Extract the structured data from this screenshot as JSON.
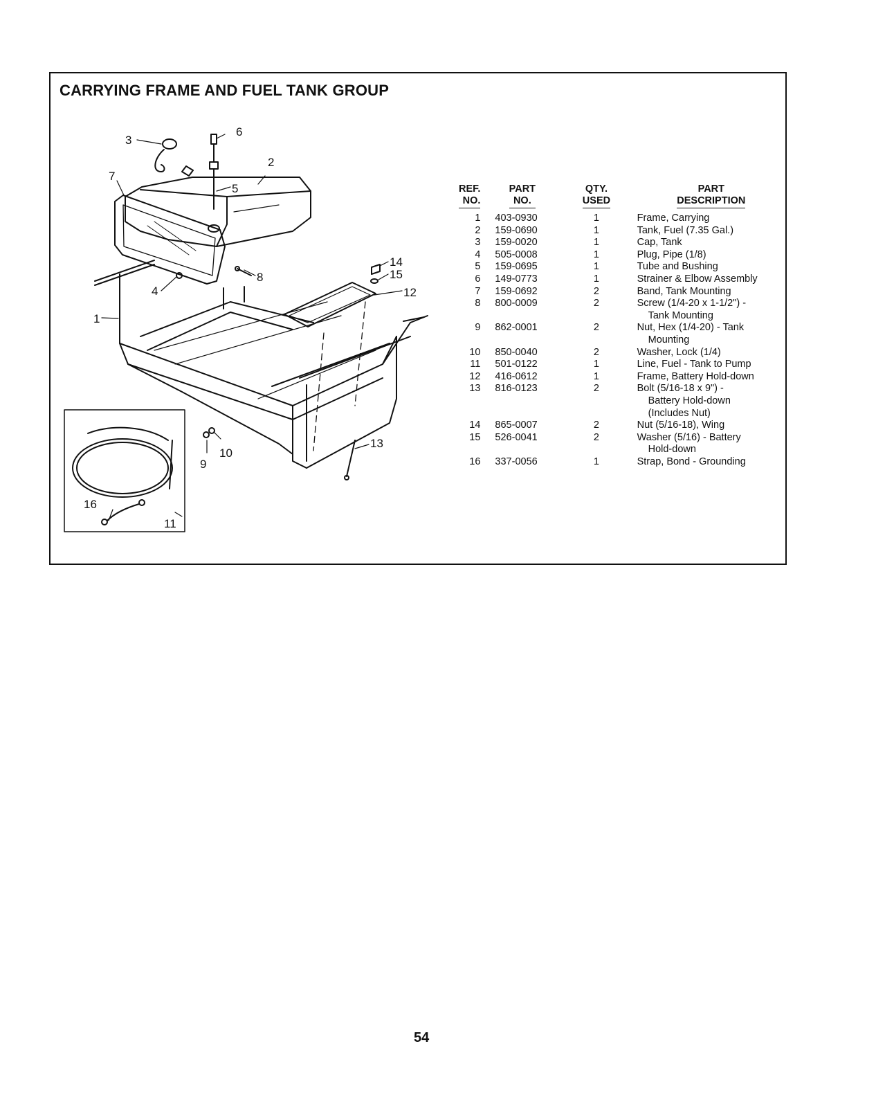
{
  "title": "CARRYING FRAME AND FUEL TANK GROUP",
  "table": {
    "headers": {
      "ref": [
        "REF.",
        "NO."
      ],
      "part": [
        "PART",
        "NO."
      ],
      "qty": [
        "QTY.",
        "USED"
      ],
      "desc": [
        "PART",
        "DESCRIPTION"
      ]
    },
    "rows": [
      {
        "ref": "1",
        "part": "403-0930",
        "qty": "1",
        "desc": [
          "Frame, Carrying"
        ]
      },
      {
        "ref": "2",
        "part": "159-0690",
        "qty": "1",
        "desc": [
          "Tank, Fuel (7.35 Gal.)"
        ]
      },
      {
        "ref": "3",
        "part": "159-0020",
        "qty": "1",
        "desc": [
          "Cap, Tank"
        ]
      },
      {
        "ref": "4",
        "part": "505-0008",
        "qty": "1",
        "desc": [
          "Plug, Pipe (1/8)"
        ]
      },
      {
        "ref": "5",
        "part": "159-0695",
        "qty": "1",
        "desc": [
          "Tube and Bushing"
        ]
      },
      {
        "ref": "6",
        "part": "149-0773",
        "qty": "1",
        "desc": [
          "Strainer & Elbow Assembly"
        ]
      },
      {
        "ref": "7",
        "part": "159-0692",
        "qty": "2",
        "desc": [
          "Band, Tank Mounting"
        ]
      },
      {
        "ref": "8",
        "part": "800-0009",
        "qty": "2",
        "desc": [
          "Screw (1/4-20 x 1-1/2\") -",
          "Tank Mounting"
        ]
      },
      {
        "ref": "9",
        "part": "862-0001",
        "qty": "2",
        "desc": [
          "Nut, Hex (1/4-20) - Tank",
          "Mounting"
        ]
      },
      {
        "ref": "10",
        "part": "850-0040",
        "qty": "2",
        "desc": [
          "Washer, Lock (1/4)"
        ]
      },
      {
        "ref": "11",
        "part": "501-0122",
        "qty": "1",
        "desc": [
          "Line, Fuel - Tank to Pump"
        ]
      },
      {
        "ref": "12",
        "part": "416-0612",
        "qty": "1",
        "desc": [
          "Frame, Battery Hold-down"
        ]
      },
      {
        "ref": "13",
        "part": "816-0123",
        "qty": "2",
        "desc": [
          "Bolt (5/16-18 x 9\") -",
          "Battery Hold-down",
          "(Includes Nut)"
        ]
      },
      {
        "ref": "14",
        "part": "865-0007",
        "qty": "2",
        "desc": [
          "Nut (5/16-18), Wing"
        ]
      },
      {
        "ref": "15",
        "part": "526-0041",
        "qty": "2",
        "desc": [
          "Washer (5/16) - Battery",
          "Hold-down"
        ]
      },
      {
        "ref": "16",
        "part": "337-0056",
        "qty": "1",
        "desc": [
          "Strap, Bond - Grounding"
        ]
      }
    ]
  },
  "callouts": [
    "1",
    "2",
    "3",
    "4",
    "5",
    "6",
    "7",
    "8",
    "9",
    "10",
    "11",
    "12",
    "13",
    "14",
    "15",
    "16"
  ],
  "page_number": "54"
}
